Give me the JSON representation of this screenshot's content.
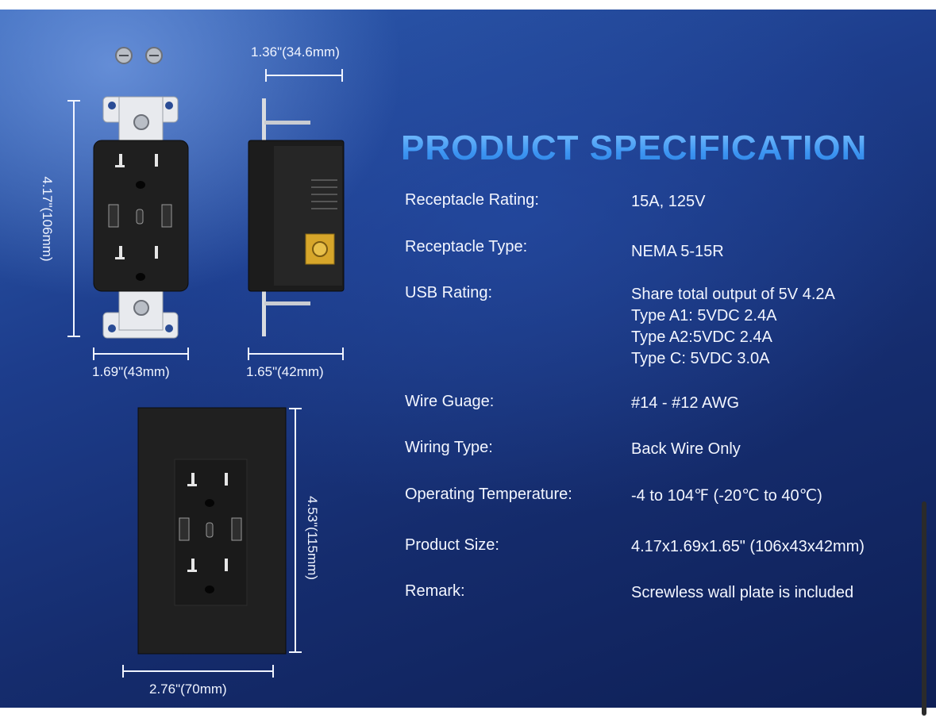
{
  "dimensions": {
    "front_height": "4.17\"(106mm)",
    "front_width": "1.69\"(43mm)",
    "side_top": "1.36\"(34.6mm)",
    "side_width": "1.65\"(42mm)",
    "plate_height": "4.53\"(115mm)",
    "plate_width": "2.76\"(70mm)"
  },
  "spec": {
    "title": "PRODUCT SPECIFICATION",
    "rows": [
      {
        "label": "Receptacle Rating:",
        "value": [
          "15A, 125V"
        ]
      },
      {
        "label": "Receptacle Type:",
        "value": [
          "NEMA 5-15R"
        ]
      },
      {
        "label": "USB Rating:",
        "value": [
          "Share total output of 5V 4.2A",
          "Type A1: 5VDC 2.4A",
          "Type A2:5VDC 2.4A",
          "Type C: 5VDC 3.0A"
        ]
      },
      {
        "label": "Wire Guage:",
        "value": [
          "#14 - #12 AWG"
        ]
      },
      {
        "label": "Wiring Type:",
        "value": [
          "Back Wire Only"
        ]
      },
      {
        "label": "Operating Temperature:",
        "value": [
          "-4 to 104℉ (-20℃ to 40℃)"
        ]
      },
      {
        "label": "Product Size:",
        "value": [
          "4.17x1.69x1.65\" (106x43x42mm)"
        ]
      },
      {
        "label": "Remark:",
        "value": [
          "Screwless wall plate is included"
        ]
      }
    ]
  },
  "colors": {
    "title_blue": "#3d95f2",
    "text": "#f3f6ff",
    "device": "#1f1f1f"
  }
}
